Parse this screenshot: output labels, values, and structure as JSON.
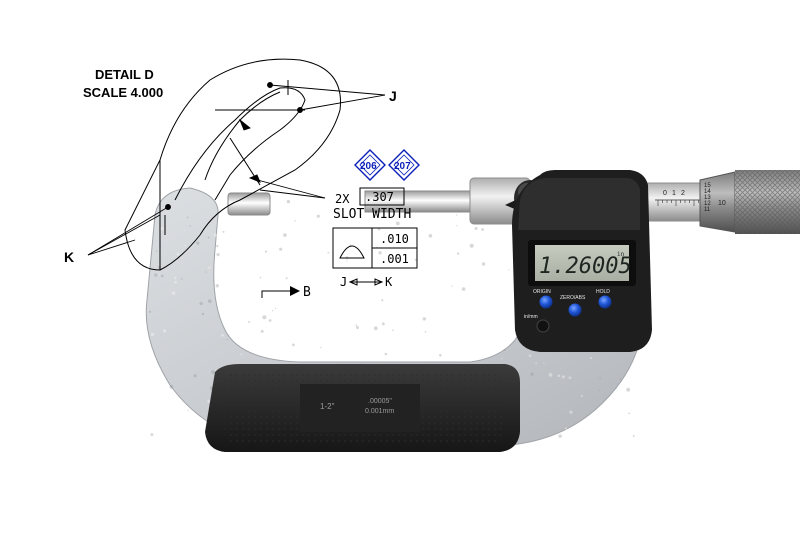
{
  "drawing": {
    "detail_line1": "DETAIL   D",
    "detail_line2": "SCALE   4.000",
    "label_j": "J",
    "label_k": "K",
    "label_2x": "2X",
    "basic_dim": ".307",
    "slot_label": "SLOT WIDTH",
    "tol_upper": ".010",
    "tol_lower": ".001",
    "datum_from": "J",
    "datum_to": "K",
    "view_label": "B"
  },
  "balloons": [
    {
      "number": "206",
      "color": "#0a1fb8"
    },
    {
      "number": "207",
      "color": "#0a1fb8"
    }
  ],
  "micrometer": {
    "display_value": "1.26005",
    "display_unit": "in",
    "buttons": [
      "ORIGIN",
      "ZERO/ABS",
      "HOLD"
    ],
    "unit_button": "in/mm",
    "button_color": "#1f56d8",
    "frame_range": "1-2\"",
    "resolution_in": ".00005\"",
    "resolution_mm": "0.001mm",
    "sleeve_numbers": [
      "0",
      "1",
      "2"
    ],
    "thimble_numbers": [
      "15",
      "14",
      "13",
      "12",
      "11",
      "10"
    ]
  }
}
